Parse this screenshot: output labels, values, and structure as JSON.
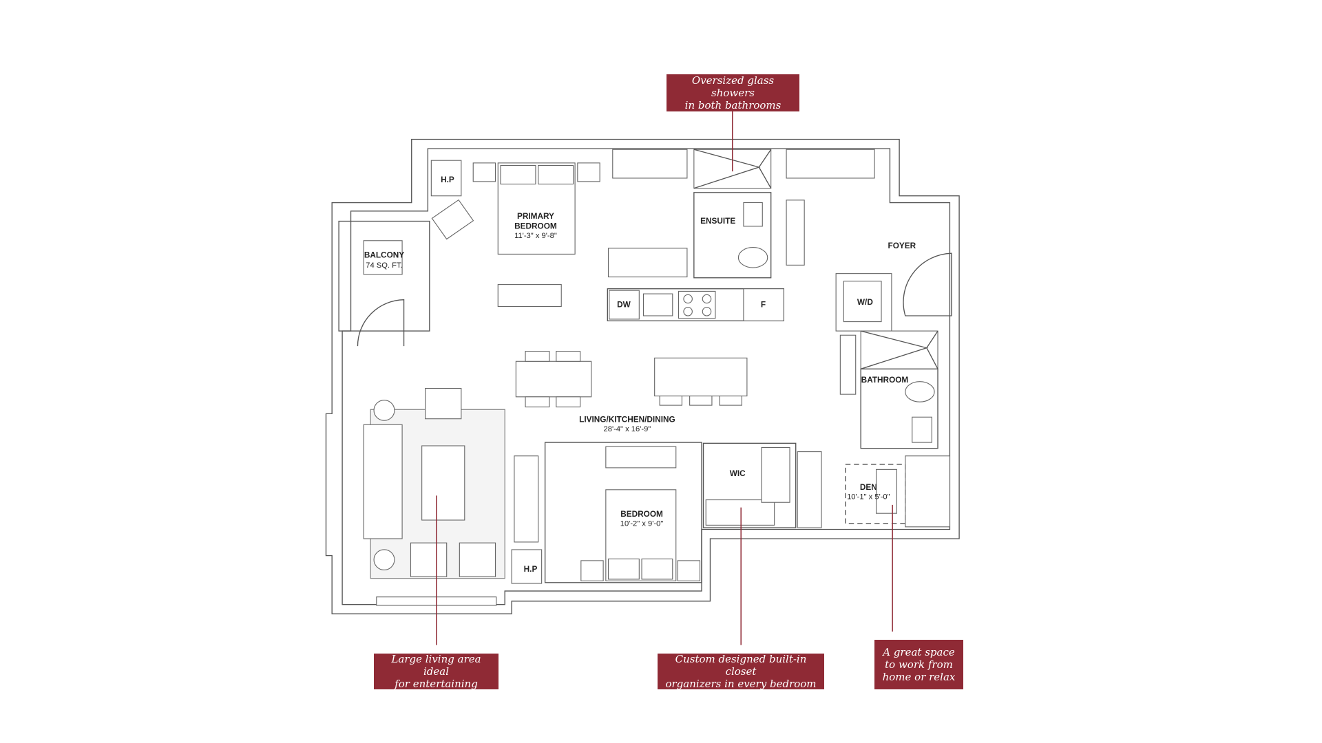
{
  "accent_color": "#8f2a35",
  "rooms": {
    "primary_bedroom": {
      "name_line1": "PRIMARY",
      "name_line2": "BEDROOM",
      "size": "11'-3\" x 9'-8\""
    },
    "balcony": {
      "name": "BALCONY",
      "size": "74 SQ. FT."
    },
    "ensuite": {
      "name": "ENSUITE"
    },
    "foyer": {
      "name": "FOYER"
    },
    "wd": {
      "name": "W/D"
    },
    "bathroom": {
      "name": "BATHROOM"
    },
    "living": {
      "name": "LIVING/KITCHEN/DINING",
      "size": "28'-4\" x 16'-9\""
    },
    "bedroom": {
      "name": "BEDROOM",
      "size": "10'-2\" x 9'-0\""
    },
    "wic": {
      "name": "WIC"
    },
    "den": {
      "name": "DEN",
      "size": "10'-1\" x 5'-0\""
    },
    "hp_top": "H.P",
    "hp_bottom": "H.P",
    "dw": "DW",
    "fridge": "F"
  },
  "callouts": {
    "showers": {
      "line1": "Oversized glass showers",
      "line2": "in both bathrooms"
    },
    "living": {
      "line1": "Large living area ideal",
      "line2": "for entertaining"
    },
    "closet": {
      "line1": "Custom designed built-in closet",
      "line2": "organizers in every bedroom"
    },
    "den": {
      "line1": "A great space",
      "line2": "to work from",
      "line3": "home or relax"
    }
  }
}
